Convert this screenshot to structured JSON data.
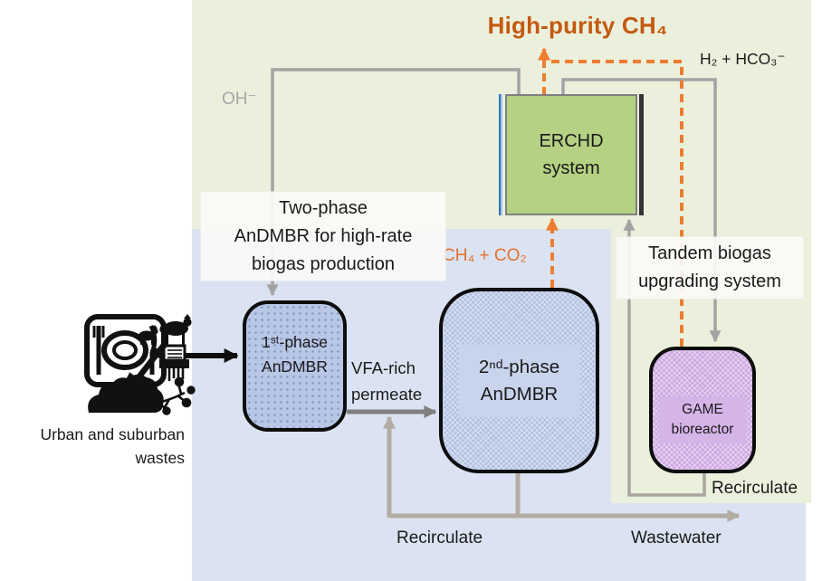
{
  "title": {
    "text": "High-purity CH₄"
  },
  "boxes": {
    "erchd": {
      "label": "ERCHD\nsystem"
    },
    "phase1": {
      "label": "1ˢᵗ-phase\nAnDMBR"
    },
    "phase2": {
      "label": "2ⁿᵈ-phase\nAnDMBR"
    },
    "game": {
      "label": "GAME\nbioreactor"
    }
  },
  "streams": {
    "oh": "OH⁻",
    "h2_hco3": "H₂ + HCO₃⁻",
    "ch4_co2": "CH₄ + CO₂",
    "vfa_permeate": "VFA-rich\npermeate",
    "recirculate_bottom": "Recirculate",
    "wastewater": "Wastewater",
    "recirculate_game": "Recirculate"
  },
  "annotations": {
    "two_phase": "Two-phase\nAnDMBR for high-rate\nbiogas production",
    "tandem": "Tandem biogas\nupgrading system",
    "wastes": "Urban and suburban\nwastes"
  },
  "icons": {
    "waste_cluster": "food-waste, livestock, shredder, compost-pile, plant-biomass"
  },
  "colors": {
    "panel_green": "#ebf0dc",
    "panel_blue": "#dbe3f2",
    "title_orange": "#c4590f",
    "stream_orange": "#ed7d31",
    "line_gray": "#a3a3a3",
    "line_warmgray": "#b3aca3",
    "line_darkgray": "#7f7f7f",
    "erchd_fill": "#b5d183",
    "andmbr_fill": "#b9c7e6",
    "game_fill": "#cda9e2"
  }
}
